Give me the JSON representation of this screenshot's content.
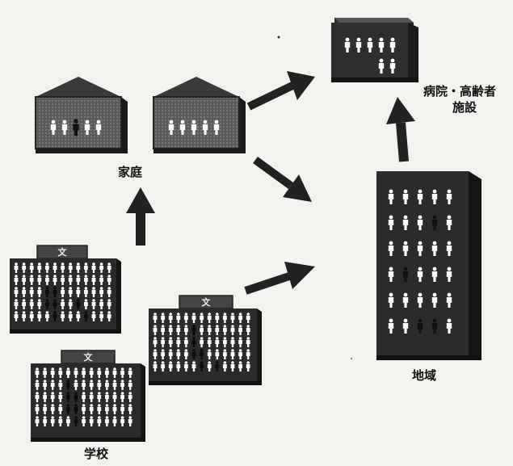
{
  "labels": {
    "home": "家庭",
    "hospital_line1": "病院・高齢者",
    "hospital_line2": "施設",
    "community": "地域",
    "school": "学校"
  },
  "school_sign": "文",
  "colors": {
    "background": "#f3f2ee",
    "building_dark": "#2b2b2b",
    "building_roof": "#555555",
    "arrow": "#222222",
    "person": "#ffffff"
  }
}
